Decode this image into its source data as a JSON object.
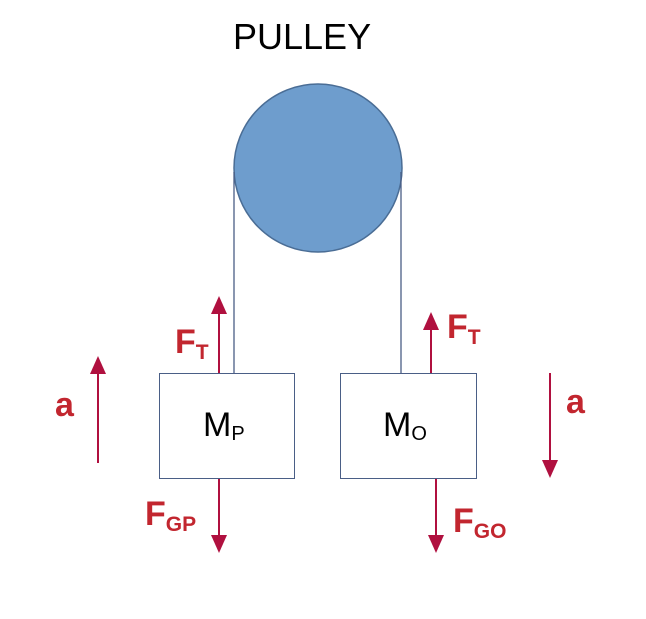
{
  "title": "PULLEY",
  "masses": {
    "p": {
      "main": "M",
      "sub": "P"
    },
    "o": {
      "main": "M",
      "sub": "O"
    }
  },
  "forces": {
    "tension_p": {
      "main": "F",
      "sub": "T"
    },
    "tension_o": {
      "main": "F",
      "sub": "T"
    },
    "gravity_p": {
      "main": "F",
      "sub": "GP"
    },
    "gravity_o": {
      "main": "F",
      "sub": "GO"
    }
  },
  "acceleration": {
    "left": "a",
    "right": "a"
  },
  "colors": {
    "pulley_fill": "#6e9dcd",
    "pulley_stroke": "#4a6d95",
    "arrow": "#b0103f",
    "label": "#c2262f",
    "rope": "#4a5e86"
  }
}
